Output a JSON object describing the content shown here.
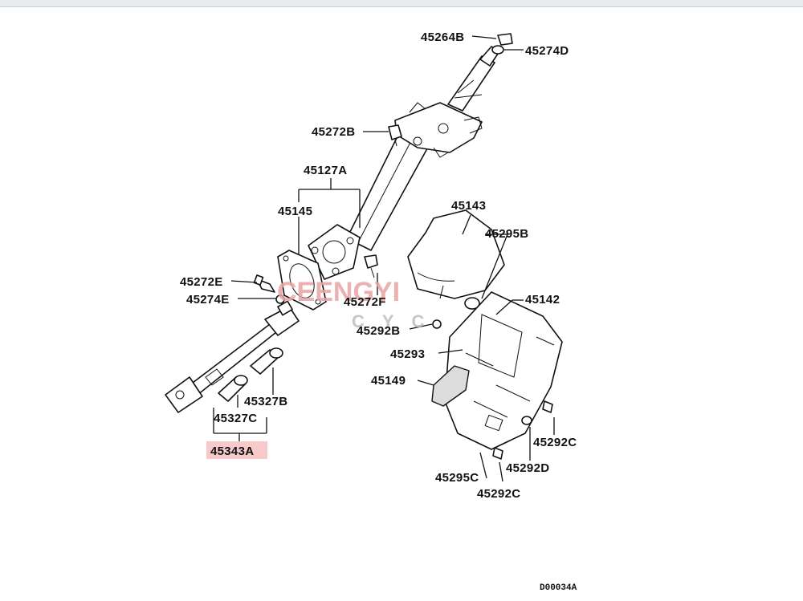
{
  "diagram": {
    "code": "D00034A",
    "highlight_color": "#f7c9c9",
    "labels": {
      "p45264B": "45264B",
      "p45274D": "45274D",
      "p45272B": "45272B",
      "p45127A": "45127A",
      "p45145": "45145",
      "p45143": "45143",
      "p45295B": "45295B",
      "p45272E": "45272E",
      "p45274E": "45274E",
      "p45272F": "45272F",
      "p45142": "45142",
      "p45292B": "45292B",
      "p45293": "45293",
      "p45149": "45149",
      "p45327B": "45327B",
      "p45327C": "45327C",
      "p45343A": "45343A",
      "p45292C_a": "45292C",
      "p45292D": "45292D",
      "p45295C": "45295C",
      "p45292C_b": "45292C"
    }
  },
  "watermark": {
    "line1": "CEENGYI",
    "line2": "CYC",
    "color": "#e9a3a3"
  }
}
